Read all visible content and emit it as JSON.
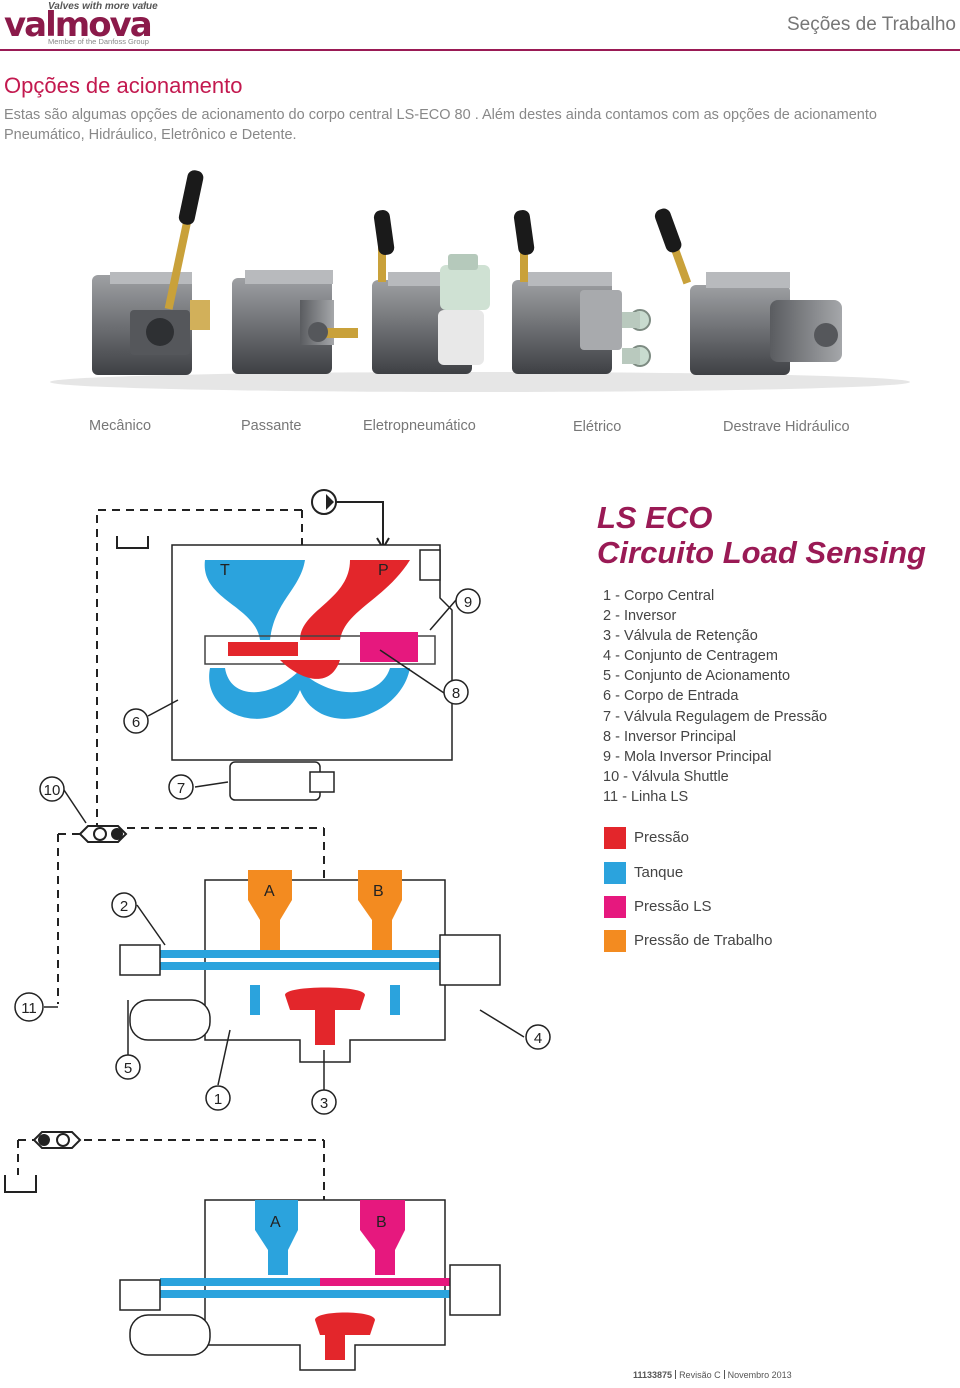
{
  "header": {
    "logo_text": "valmova",
    "logo_tagline": "Valves with more value",
    "logo_tm": "™",
    "logo_subtitle": "Member of the Danfoss Group",
    "section_title": "Seções de Trabalho"
  },
  "intro": {
    "heading": "Opções de acionamento",
    "body": "Estas são algumas opções de acionamento do corpo central LS-ECO 80 . Além destes ainda contamos com as opções de acionamento Pneumático, Hidráulico, Eletrônico e Detente."
  },
  "actuation_options": [
    "Mecânico",
    "Passante",
    "Eletropneumático",
    "Elétrico",
    "Destrave Hidráulico"
  ],
  "circuit": {
    "title_line1": "LS ECO",
    "title_line2": "Circuito Load Sensing",
    "parts": [
      "1 - Corpo Central",
      "2 - Inversor",
      "3 - Válvula de Retenção",
      "4 - Conjunto de Centragem",
      "5 - Conjunto de Acionamento",
      "6 - Corpo de Entrada",
      "7 - Válvula Regulagem de Pressão",
      "8 - Inversor Principal",
      "9 - Mola Inversor Principal",
      "10 - Válvula Shuttle",
      "11 - Linha LS"
    ],
    "legend": [
      {
        "label": "Pressão",
        "color": "#e3262b"
      },
      {
        "label": "Tanque",
        "color": "#2ba3dd"
      },
      {
        "label": "Pressão LS",
        "color": "#e6187e"
      },
      {
        "label": "Pressão de Trabalho",
        "color": "#f38b20"
      }
    ],
    "diagram_labels": {
      "port_t": "T",
      "port_p": "P",
      "port_a1": "A",
      "port_b1": "B",
      "port_a2": "A",
      "port_b2": "B",
      "callouts": [
        "10",
        "6",
        "7",
        "9",
        "8",
        "2",
        "11",
        "4",
        "5",
        "1",
        "3"
      ]
    }
  },
  "footer": {
    "doc_number": "11133875",
    "revision": "Revisão C",
    "date": "Novembro 2013"
  },
  "colors": {
    "brand": "#9a1a55",
    "heading": "#c3194f",
    "pressure": "#e3262b",
    "tank": "#2ba3dd",
    "ls": "#e6187e",
    "work": "#f38b20"
  }
}
